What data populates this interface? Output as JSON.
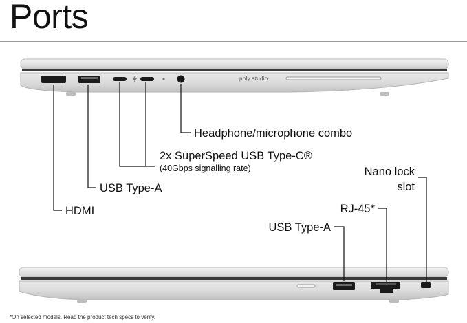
{
  "title": "Ports",
  "brand": "poly studio",
  "labels": {
    "headphone": "Headphone/microphone combo",
    "usbc": "2x SuperSpeed USB Type-C®",
    "usbc_note": "(40Gbps signalling rate)",
    "usba_left": "USB Type-A",
    "hdmi": "HDMI",
    "nano_lock_line1": "Nano lock",
    "nano_lock_line2": "slot",
    "rj45": "RJ-45*",
    "usba_right": "USB Type-A"
  },
  "footnote": "*On selected models. Read the product tech specs to verify."
}
